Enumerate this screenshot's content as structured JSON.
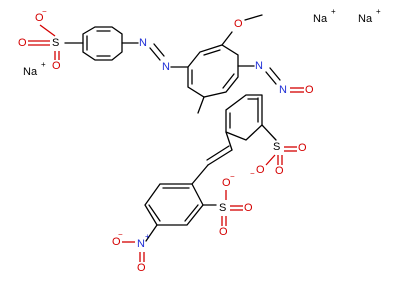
{
  "molecule": {
    "ions": {
      "sodium_1": "Na",
      "sodium_2": "Na",
      "sodium_3": "Na",
      "plus": "+"
    },
    "atoms": {
      "sulfur": "S",
      "oxygen": "O",
      "nitrogen": "N",
      "minus": "−",
      "plus": "+"
    },
    "colors": {
      "bond": "#000000",
      "oxygen": "#d40000",
      "nitrogen": "#1f2fd6"
    }
  }
}
